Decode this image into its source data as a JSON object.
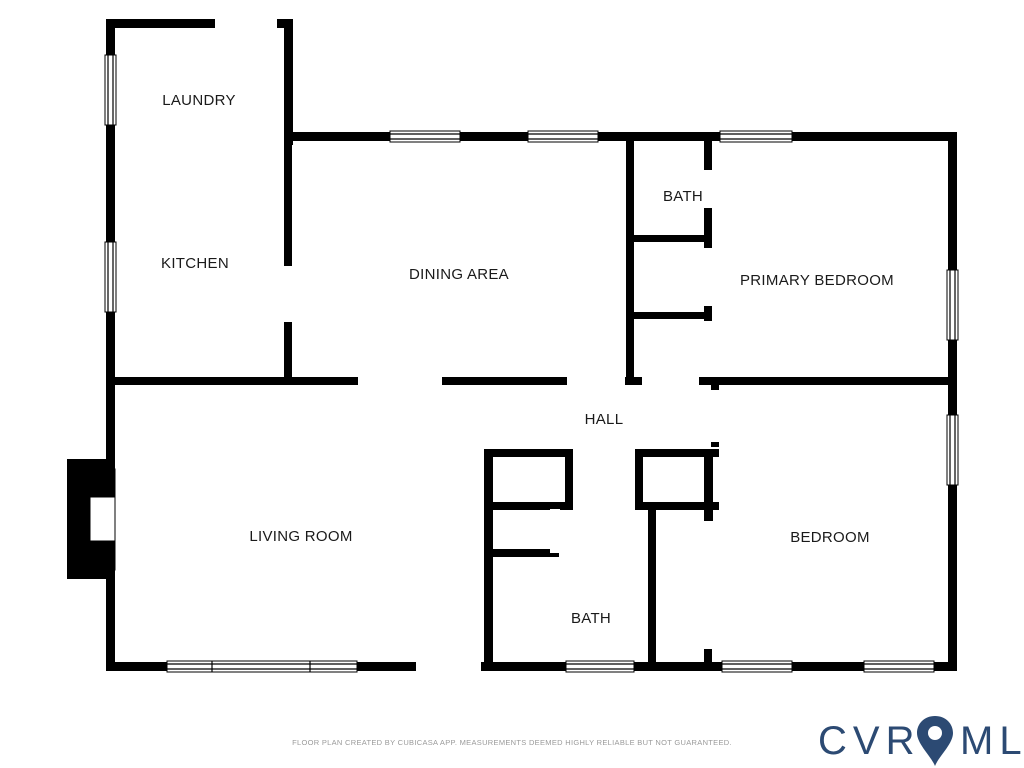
{
  "rooms": {
    "laundry": "LAUNDRY",
    "kitchen": "KITCHEN",
    "dining": "DINING AREA",
    "bath_upper": "BATH",
    "primary_bedroom": "PRIMARY BEDROOM",
    "hall": "HALL",
    "living_room": "LIVING ROOM",
    "bath_lower": "BATH",
    "bedroom": "BEDROOM"
  },
  "footer": {
    "disclaimer": "FLOOR PLAN CREATED BY CUBICASA APP. MEASUREMENTS DEEMED HIGHLY RELIABLE BUT NOT GUARANTEED."
  },
  "brand": {
    "left": "CVR",
    "right": "MLS",
    "icon": "map-pin-icon",
    "color": "#2c4a73"
  },
  "colors": {
    "wall": "#000000",
    "background": "#ffffff"
  }
}
